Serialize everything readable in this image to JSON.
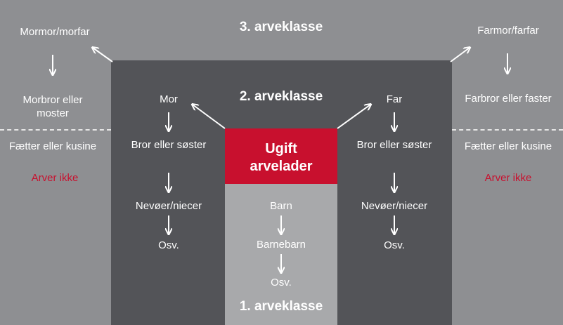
{
  "diagram": {
    "class3_title": "3. arveklasse",
    "class2_title": "2. arveklasse",
    "class1_title": "1. arveklasse",
    "center_box": "Ugift arvelader",
    "left_outer": {
      "grandparents": "Mormor/morfar",
      "uncle_aunt": "Morbror eller moster",
      "cousins": "Fætter eller kusine",
      "no_inherit": "Arver ikke"
    },
    "right_outer": {
      "grandparents": "Farmor/farfar",
      "uncle_aunt": "Farbror eller faster",
      "cousins": "Fætter eller kusine",
      "no_inherit": "Arver ikke"
    },
    "left_middle": {
      "parent": "Mor",
      "sibling": "Bror eller søster",
      "nephew": "Nevøer/niecer",
      "etc": "Osv."
    },
    "right_middle": {
      "parent": "Far",
      "sibling": "Bror eller søster",
      "nephew": "Nevøer/niecer",
      "etc": "Osv."
    },
    "center_column": {
      "child": "Barn",
      "grandchild": "Barnebarn",
      "etc": "Osv."
    },
    "colors": {
      "outer_bg": "#8e8f92",
      "middle_bg": "#535458",
      "inner_bg": "#a8a9ab",
      "accent_red": "#c8102e",
      "text": "#ffffff"
    }
  }
}
